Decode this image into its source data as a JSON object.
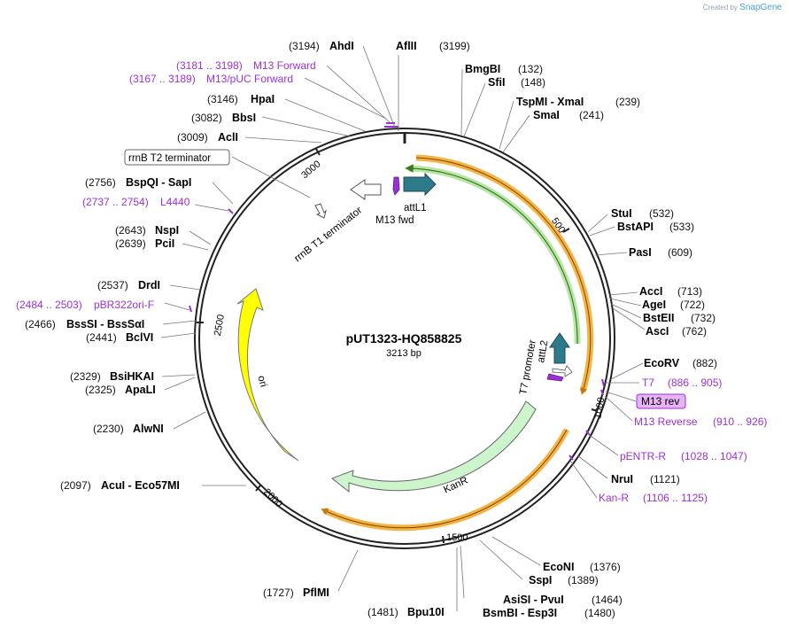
{
  "branding": {
    "prefix": "Created by",
    "name": "SnapGene"
  },
  "map": {
    "name": "pUT1323-HQ858825",
    "length_label": "3213 bp",
    "total_bp": 3213
  },
  "ticks": [
    "500",
    "1000",
    "1500",
    "2000",
    "2500",
    "3000"
  ],
  "sites_right": [
    {
      "name": "AflII",
      "pos": "(3199)"
    },
    {
      "name": "BmgBI",
      "pos": "(132)"
    },
    {
      "name": "SfiI",
      "pos": "(148)"
    },
    {
      "name": "TspMI  -  XmaI",
      "pos": "(239)"
    },
    {
      "name": "SmaI",
      "pos": "(241)"
    },
    {
      "name": "StuI",
      "pos": "(532)"
    },
    {
      "name": "BstAPI",
      "pos": "(533)"
    },
    {
      "name": "PasI",
      "pos": "(609)"
    },
    {
      "name": "AccI",
      "pos": "(713)"
    },
    {
      "name": "AgeI",
      "pos": "(722)"
    },
    {
      "name": "BstEII",
      "pos": "(732)"
    },
    {
      "name": "AscI",
      "pos": "(762)"
    },
    {
      "name": "EcoRV",
      "pos": "(882)"
    },
    {
      "name": "NruI",
      "pos": "(1121)"
    },
    {
      "name": "EcoNI",
      "pos": "(1376)"
    },
    {
      "name": "SspI",
      "pos": "(1389)"
    },
    {
      "name": "AsiSI  -  PvuI",
      "pos": "(1464)"
    },
    {
      "name": "BsmBI  -  Esp3I",
      "pos": "(1480)"
    }
  ],
  "sites_left": [
    {
      "name": "AhdI",
      "pos": "(3194)"
    },
    {
      "name": "HpaI",
      "pos": "(3146)"
    },
    {
      "name": "BbsI",
      "pos": "(3082)"
    },
    {
      "name": "AclI",
      "pos": "(3009)"
    },
    {
      "name": "BspQI  -  SapI",
      "pos": "(2756)"
    },
    {
      "name": "NspI",
      "pos": "(2643)"
    },
    {
      "name": "PciI",
      "pos": "(2639)"
    },
    {
      "name": "DrdI",
      "pos": "(2537)"
    },
    {
      "name": "BssSI  -  BssSαI",
      "pos": "(2466)"
    },
    {
      "name": "BclVI",
      "pos": "(2441)"
    },
    {
      "name": "BsiHKAI",
      "pos": "(2329)"
    },
    {
      "name": "ApaLI",
      "pos": "(2325)"
    },
    {
      "name": "AlwNI",
      "pos": "(2230)"
    },
    {
      "name": "AcuI  -  Eco57MI",
      "pos": "(2097)"
    },
    {
      "name": "PflMI",
      "pos": "(1727)"
    },
    {
      "name": "Bpu10I",
      "pos": "(1481)"
    }
  ],
  "primers": [
    {
      "name": "M13 Forward",
      "range": "(3181 .. 3198)"
    },
    {
      "name": "M13/pUC Forward",
      "range": "(3167 .. 3189)"
    },
    {
      "name": "L4440",
      "range": "(2737 .. 2754)"
    },
    {
      "name": "pBR322ori-F",
      "range": "(2484 .. 2503)"
    },
    {
      "name": "T7",
      "range": "(886 .. 905)"
    },
    {
      "name": "M13 rev",
      "range": ""
    },
    {
      "name": "M13 Reverse",
      "range": "(910 .. 926)"
    },
    {
      "name": "pENTR-R",
      "range": "(1028 .. 1047)"
    },
    {
      "name": "Kan-R",
      "range": "(1106 .. 1125)"
    }
  ],
  "features": {
    "attL1": "attL1",
    "m13fwd": "M13 fwd",
    "rrnB_T1": "rrnB T1 terminator",
    "rrnB_T2": "rrnB T2 terminator",
    "attL2": "attL2",
    "t7promoter": "T7 promoter",
    "kanR": "KanR",
    "ori": "ori"
  },
  "colors": {
    "backbone": "#222222",
    "primer": "#9b30d9",
    "ori": "#ffff00",
    "kanR": "#ccf5cc",
    "orf": "#f5a623",
    "attL": "#2d7a8a",
    "primer_box": "#e6b3f5"
  }
}
